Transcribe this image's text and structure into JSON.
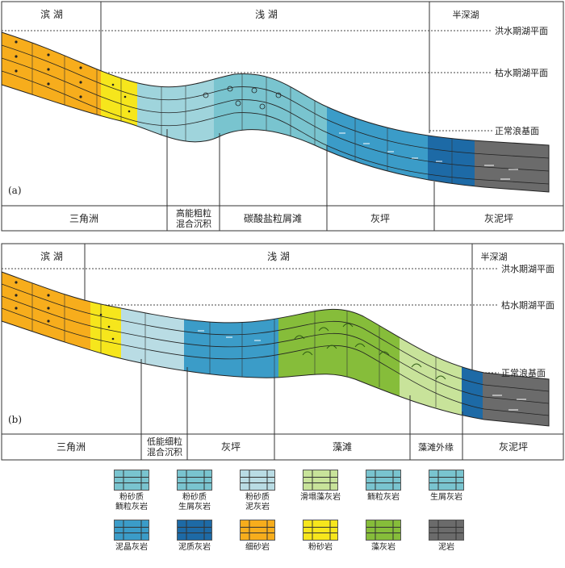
{
  "panel_a": {
    "tag": "(a)",
    "top_zones": [
      "滨 湖",
      "浅 湖",
      "半深湖"
    ],
    "levels": [
      "洪水期湖平面",
      "枯水期湖平面",
      "正常浪基面"
    ],
    "facies": [
      "三角洲",
      "高能粗粒",
      "混合沉积",
      "碳酸盐粒屑滩",
      "灰坪",
      "灰泥坪"
    ]
  },
  "panel_b": {
    "tag": "(b)",
    "top_zones": [
      "滨 湖",
      "浅 湖",
      "半深湖"
    ],
    "levels": [
      "洪水期湖平面",
      "枯水期湖平面",
      "正常浪基面"
    ],
    "facies": [
      "三角洲",
      "低能细粒",
      "混合沉积",
      "灰坪",
      "藻滩",
      "藻滩外缘",
      "灰泥坪"
    ]
  },
  "legend": [
    {
      "line1": "粉砂质",
      "line2": "鲕粒灰岩",
      "color": "#79c4cf",
      "icon": "ooid-dot-pattern"
    },
    {
      "line1": "粉砂质",
      "line2": "生屑灰岩",
      "color": "#79c4cf",
      "icon": "bioclast-pattern"
    },
    {
      "line1": "粉砂质",
      "line2": "泥灰岩",
      "color": "#b9dce4",
      "icon": "dash-dot-pattern"
    },
    {
      "line1": "滑塌藻灰岩",
      "line2": "",
      "color": "#c8e39a",
      "icon": "algal-arc-pattern"
    },
    {
      "line1": "鲕粒灰岩",
      "line2": "",
      "color": "#79c4cf",
      "icon": "ooid-pattern"
    },
    {
      "line1": "生屑灰岩",
      "line2": "",
      "color": "#79c4cf",
      "icon": "bioclast-pattern"
    },
    {
      "line1": "泥晶灰岩",
      "line2": "",
      "color": "#3b9cc8",
      "icon": "micrite-brick-pattern"
    },
    {
      "line1": "泥质灰岩",
      "line2": "",
      "color": "#1d6aa6",
      "icon": "argillaceous-brick-pattern"
    },
    {
      "line1": "细砂岩",
      "line2": "",
      "color": "#f7ad1c",
      "icon": "fine-sand-dot-pattern"
    },
    {
      "line1": "粉砂岩",
      "line2": "",
      "color": "#f6e61c",
      "icon": "silt-dot-pattern"
    },
    {
      "line1": "藻灰岩",
      "line2": "",
      "color": "#86bd3a",
      "icon": "algal-arc-pattern"
    },
    {
      "line1": "泥岩",
      "line2": "",
      "color": "#6b6b6b",
      "icon": "mudstone-dash-pattern"
    }
  ]
}
